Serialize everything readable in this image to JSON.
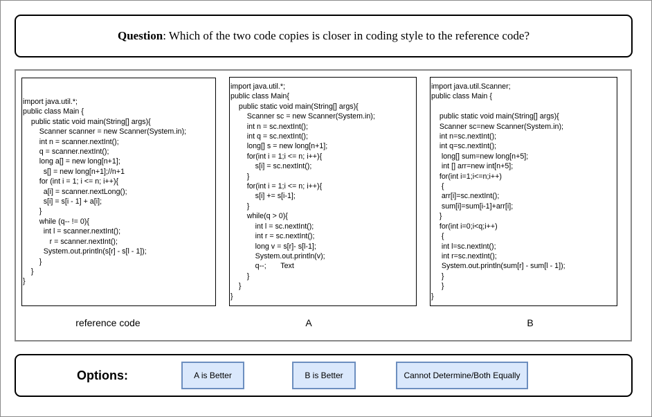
{
  "question": {
    "label": "Question",
    "text": ": Which of the two code copies is closer in coding style to the reference code?"
  },
  "panels": {
    "reference": {
      "code": "import java.util.*;\npublic class Main {\n    public static void main(String[] args){\n        Scanner scanner = new Scanner(System.in);\n        int n = scanner.nextInt();\n        q = scanner.nextInt();\n        long a[] = new long[n+1];\n          s[] = new long[n+1];//n+1\n        for (int i = 1; i <= n; i++){\n          a[i] = scanner.nextLong();\n          s[i] = s[i - 1] + a[i];\n        }\n        while (q-- != 0){\n          int l = scanner.nextInt();\n             r = scanner.nextInt();\n          System.out.println(s[r] - s[l - 1]);\n        }\n    }\n}",
      "caption": "reference code"
    },
    "a": {
      "code": "import java.util.*;\npublic class Main{\n    public static void main(String[] args){\n        Scanner sc = new Scanner(System.in);\n        int n = sc.nextInt();\n        int q = sc.nextInt();\n        long[] s = new long[n+1];\n        for(int i = 1;i <= n; i++){\n            s[i] = sc.nextInt();\n        }\n        for(int i = 1;i <= n; i++){\n            s[i] += s[i-1];\n        }\n        while(q > 0){\n            int l = sc.nextInt();\n            int r = sc.nextInt();\n            long v = s[r]- s[l-1];\n            System.out.println(v);\n            q--;       Text\n        }\n    }\n}",
      "caption": "A"
    },
    "b": {
      "code": "import java.util.Scanner;\npublic class Main {\n\n    public static void main(String[] args){\n    Scanner sc=new Scanner(System.in);\n    int n=sc.nextInt();\n    int q=sc.nextInt();\n     long[] sum=new long[n+5];\n     int [] arr=new int[n+5];\n    for(int i=1;i<=n;i++)\n     {\n     arr[i]=sc.nextInt();\n     sum[i]=sum[i-1]+arr[i];\n    }\n    for(int i=0;i<q;i++)\n     {\n     int l=sc.nextInt();\n     int r=sc.nextInt();\n     System.out.println(sum[r] - sum[l - 1]);\n     }\n     }\n}",
      "caption": "B"
    }
  },
  "options": {
    "label": "Options:",
    "buttons": [
      "A is Better",
      "B is Better",
      "Cannot Determine/Both Equally"
    ]
  },
  "colors": {
    "button_fill": "#dae8fc",
    "button_border": "#6c8ebf"
  }
}
